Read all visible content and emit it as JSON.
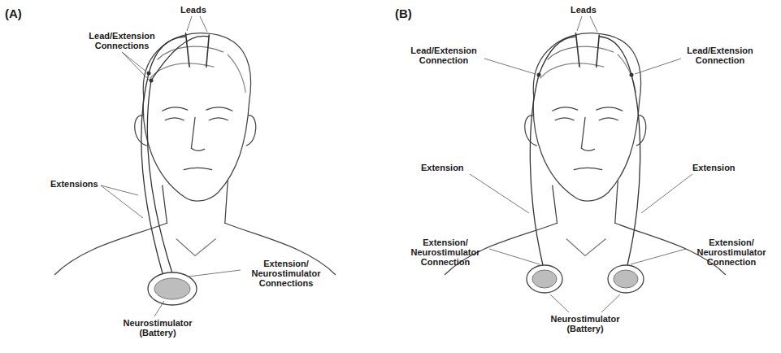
{
  "diagram": {
    "labels": [
      "(A)",
      "Leads",
      "Lead/Extension Connections",
      "Extensions",
      "Extension/ Neurostimulator Connections",
      "Neurostimulator (Battery)",
      "(B)",
      "Leads",
      "Lead/Extension Connection",
      "Lead/Extension Connection",
      "Extension",
      "Extension",
      "Extension/ Neurostimulator Connection",
      "Extension/ Neurostimulator Connection",
      "Neurostimulator (Battery)"
    ]
  }
}
